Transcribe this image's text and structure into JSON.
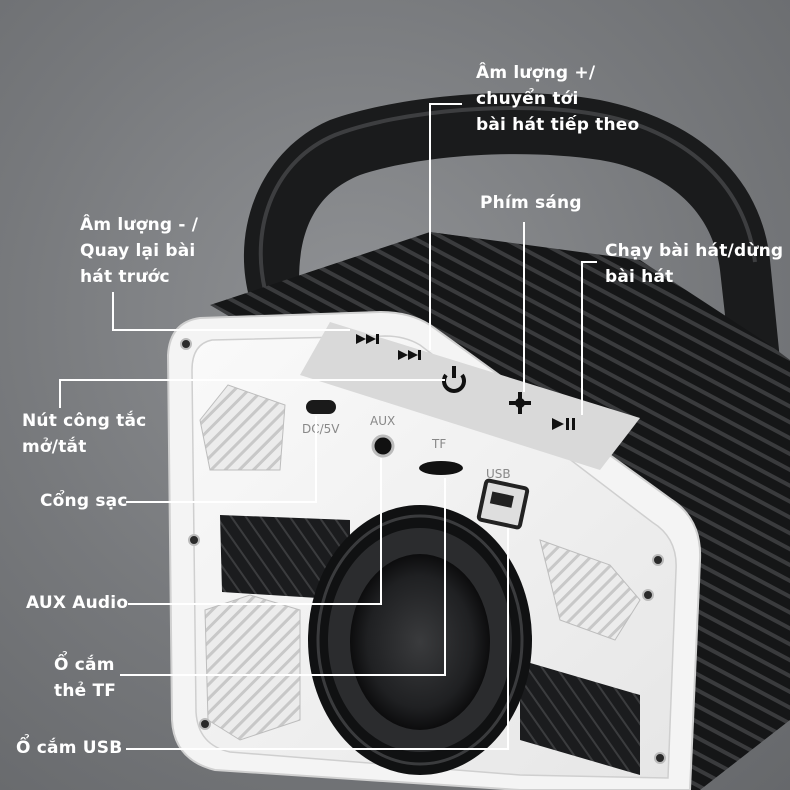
{
  "product_image": {
    "panel_markings": {
      "dc": "DC/5V",
      "aux": "AUX",
      "tf": "TF",
      "usb": "USB"
    }
  },
  "callouts": [
    {
      "id": "vol-up",
      "text": "Âm lượng +/\nchuyển tới\nbài hát tiếp theo"
    },
    {
      "id": "light",
      "text": "Phím sáng"
    },
    {
      "id": "vol-down",
      "text": "Âm lượng - /\nQuay lại bài\nhát trước"
    },
    {
      "id": "play",
      "text": "Chạy bài hát/dừng\nbài hát"
    },
    {
      "id": "power",
      "text": "Nút công tắc\nmở/tắt"
    },
    {
      "id": "charge",
      "text": "Cổng sạc"
    },
    {
      "id": "aux",
      "text": "AUX Audio"
    },
    {
      "id": "tf",
      "text": "Ổ cắm\nthẻ TF"
    },
    {
      "id": "usb",
      "text": "Ổ cắm USB"
    }
  ]
}
